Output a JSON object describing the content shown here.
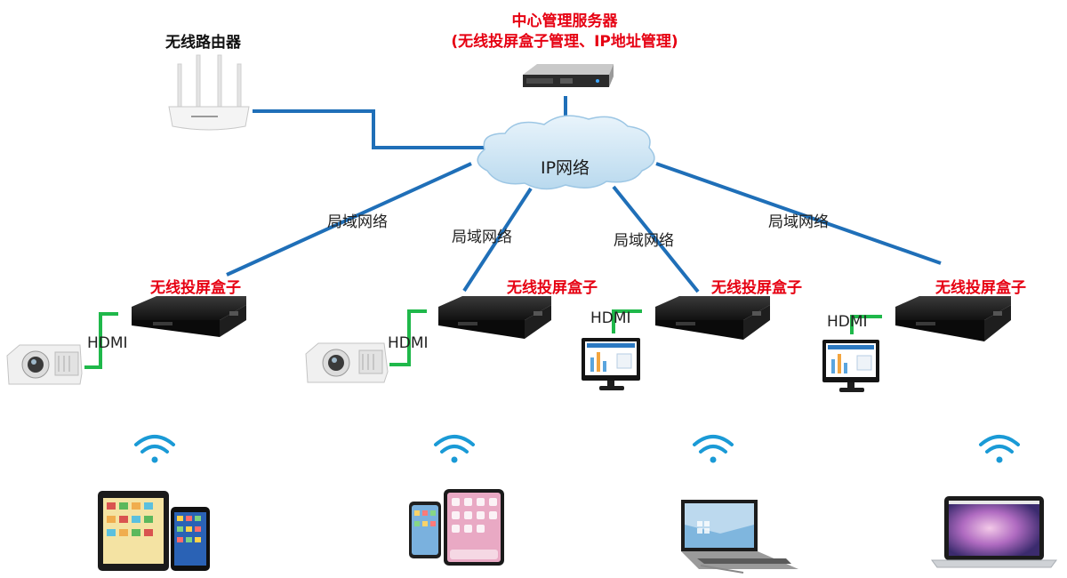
{
  "router": {
    "label": "无线路由器"
  },
  "server": {
    "label_line1": "中心管理服务器",
    "label_line2": "(无线投屏盒子管理、IP地址管理)"
  },
  "cloud": {
    "label": "IP网络"
  },
  "lan_labels": [
    "局域网络",
    "局域网络",
    "局域网络",
    "局域网络"
  ],
  "boxes": [
    {
      "label": "无线投屏盒子",
      "hdmi": "HDMI",
      "display": "projector"
    },
    {
      "label": "无线投屏盒子",
      "hdmi": "HDMI",
      "display": "projector"
    },
    {
      "label": "无线投屏盒子",
      "hdmi": "HDMI",
      "display": "monitor"
    },
    {
      "label": "无线投屏盒子",
      "hdmi": "HDMI",
      "display": "monitor"
    }
  ],
  "clients": [
    "tablet-and-phone",
    "phone-and-tablet",
    "surface-laptop",
    "macbook"
  ],
  "colors": {
    "network_line": "#1f6fb8",
    "hdmi_line": "#1fb84a",
    "accent_red": "#e60012",
    "wifi": "#1a9ad6"
  }
}
